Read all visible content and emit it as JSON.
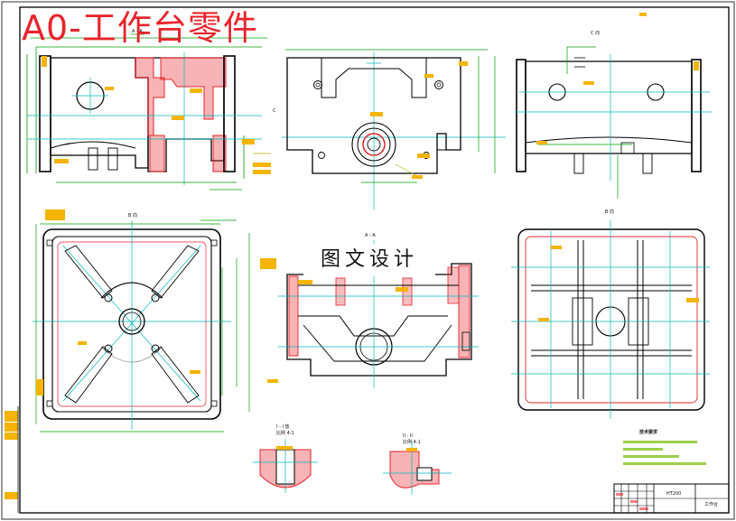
{
  "drawing": {
    "title": "A0-工作台零件",
    "watermark": "图文设计"
  },
  "view_labels": {
    "section_aa_top": "A - A",
    "section_aa_middle": "A - A",
    "view_c_top": "C 向",
    "view_b_left": "B 向",
    "view_b_right": "B 向",
    "detail_1": "I - I 放",
    "detail_1_scale": "比例 4:1",
    "detail_2": "II - II",
    "detail_2_scale": "比例 4:1"
  },
  "notes": {
    "heading": "技术要求"
  },
  "title_block": {
    "material": "HT200",
    "part_name": "工作台"
  },
  "colors": {
    "outline": "#000000",
    "centerline": "#00b8b8",
    "dimension": "#00a000",
    "leader": "#b5b500",
    "hatch": "#e8242b",
    "title": "#e8242b"
  }
}
